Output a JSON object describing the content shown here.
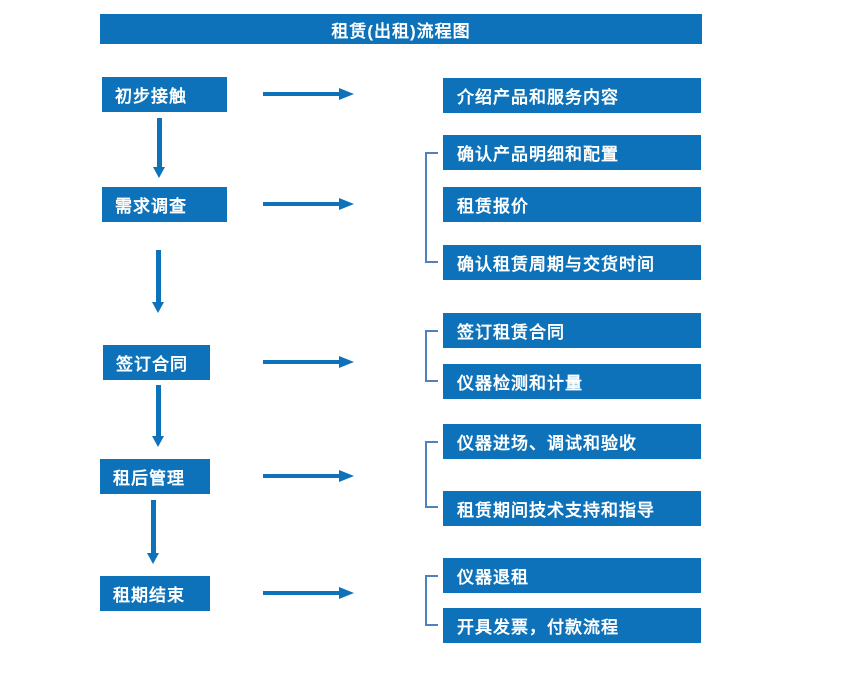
{
  "title": "租赁(出租)流程图",
  "colors": {
    "primary": "#0d72b9",
    "bracket": "#4f81bd",
    "background": "#ffffff",
    "text": "#ffffff"
  },
  "stages": [
    {
      "label": "初步接触",
      "outputs": [
        "介绍产品和服务内容"
      ]
    },
    {
      "label": "需求调查",
      "outputs": [
        "确认产品明细和配置",
        "租赁报价",
        "确认租赁周期与交货时间"
      ]
    },
    {
      "label": "签订合同",
      "outputs": [
        "签订租赁合同",
        "仪器检测和计量"
      ]
    },
    {
      "label": "租后管理",
      "outputs": [
        "仪器进场、调试和验收",
        "租赁期间技术支持和指导"
      ]
    },
    {
      "label": "租期结束",
      "outputs": [
        "仪器退租",
        "开具发票，付款流程"
      ]
    }
  ]
}
